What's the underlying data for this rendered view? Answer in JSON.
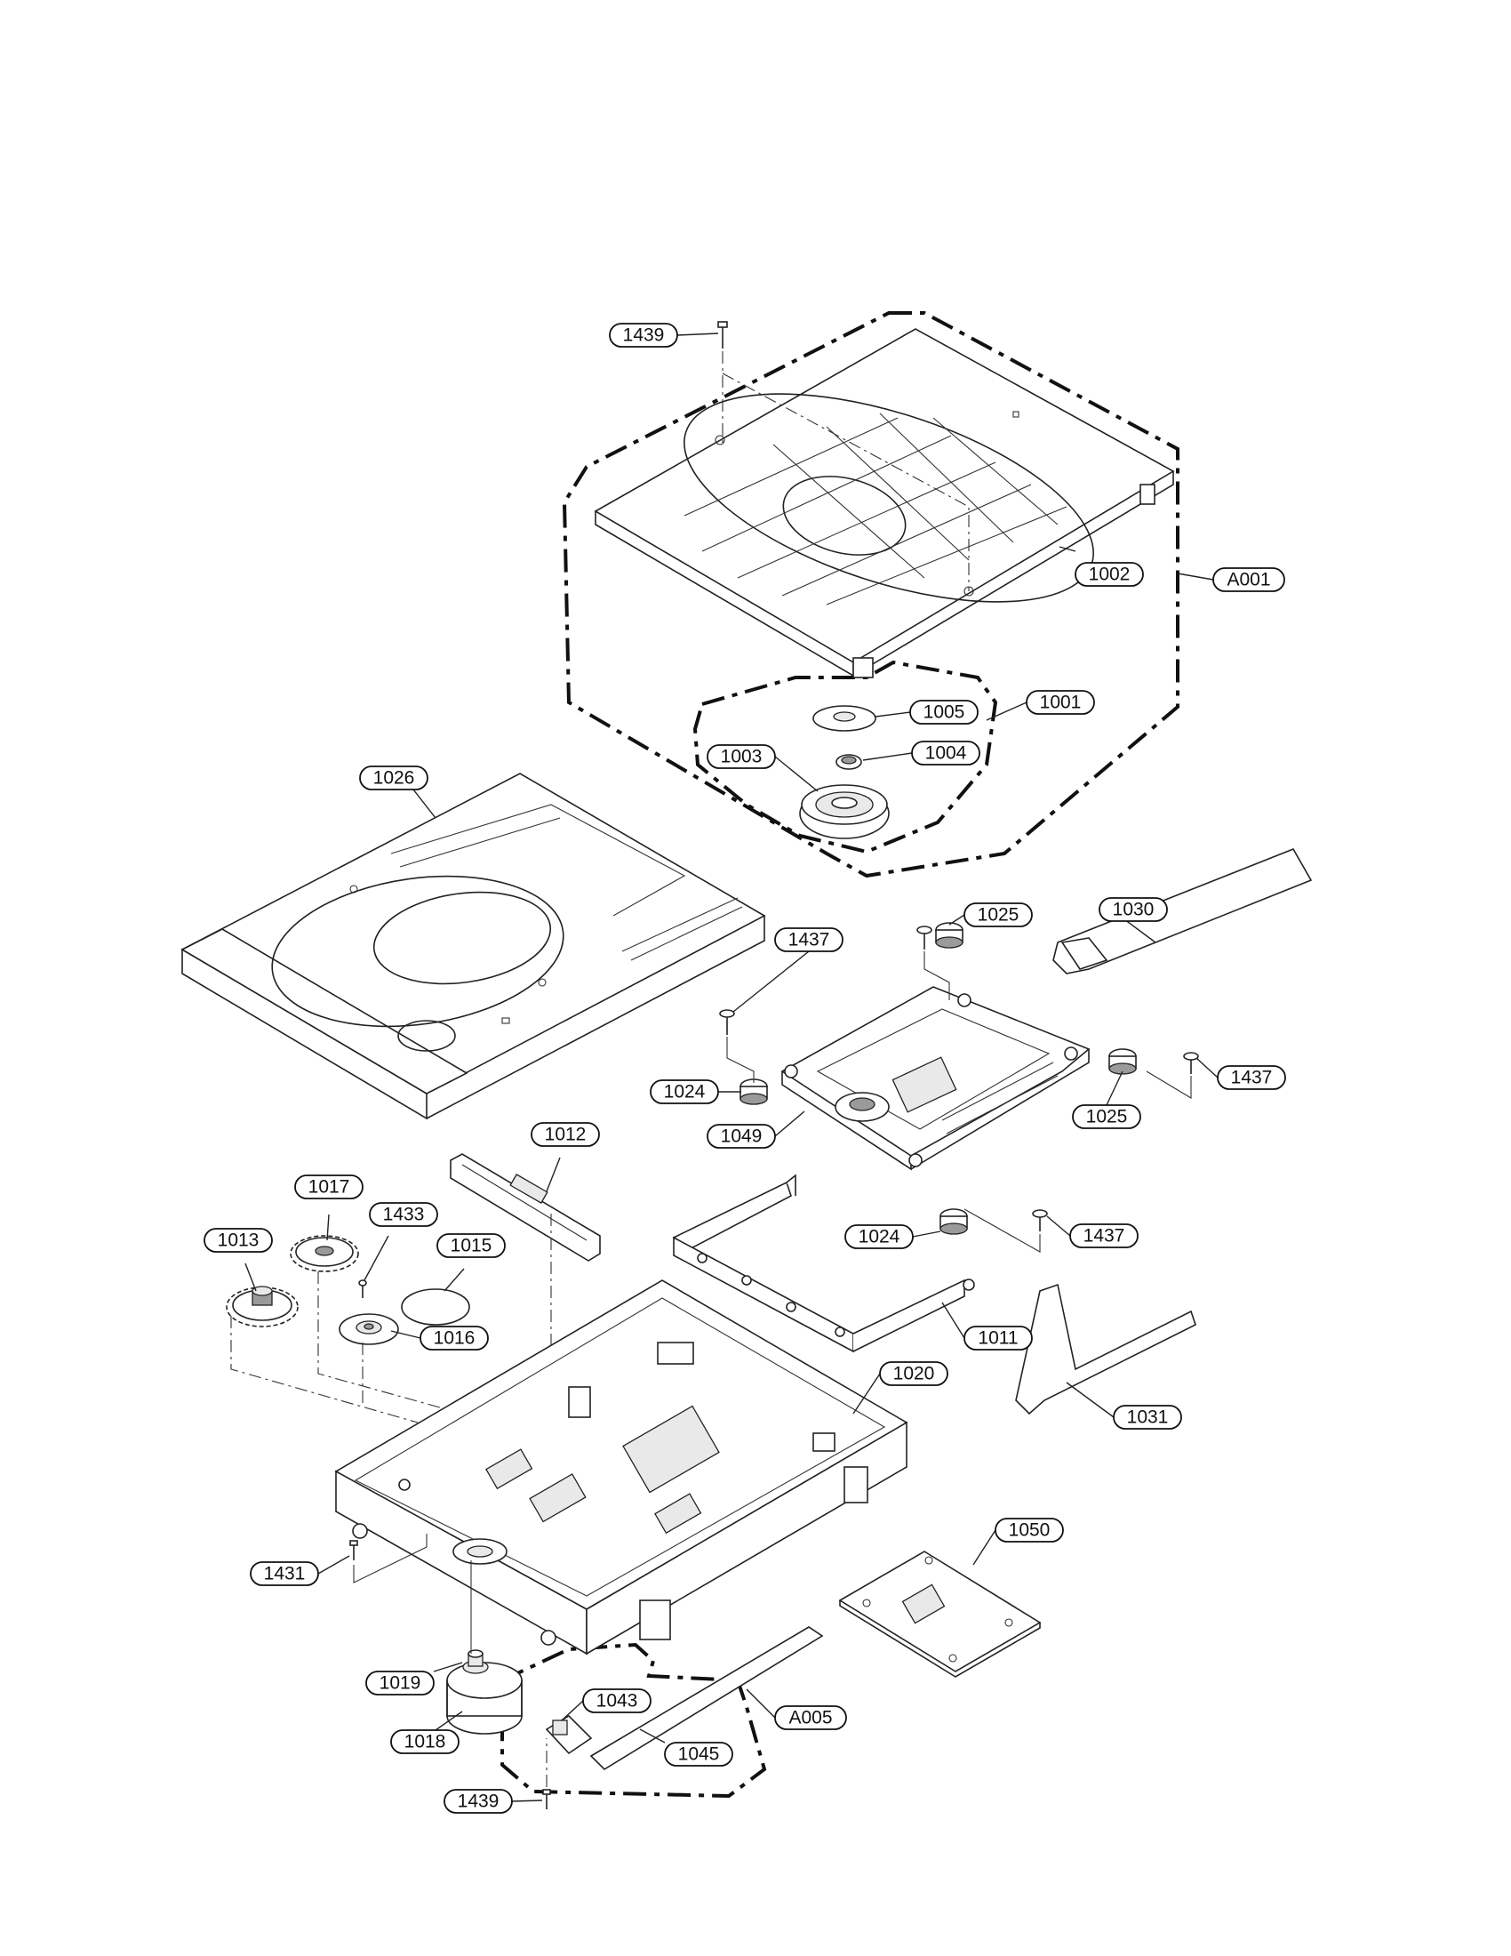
{
  "callouts": {
    "c1439a": "1439",
    "c1002": "1002",
    "cA001": "A001",
    "c1001": "1001",
    "c1005": "1005",
    "c1003": "1003",
    "c1004": "1004",
    "c1026": "1026",
    "c1025a": "1025",
    "c1030": "1030",
    "c1437a": "1437",
    "c1437b": "1437",
    "c1024a": "1024",
    "c1049": "1049",
    "c1025b": "1025",
    "c1012": "1012",
    "c1017": "1017",
    "c1433": "1433",
    "c1013": "1013",
    "c1015": "1015",
    "c1024b": "1024",
    "c1437c": "1437",
    "c1016": "1016",
    "c1011": "1011",
    "c1020": "1020",
    "c1031": "1031",
    "c1050": "1050",
    "c1431": "1431",
    "c1019": "1019",
    "c1043": "1043",
    "cA005": "A005",
    "c1018": "1018",
    "c1045": "1045",
    "c1439b": "1439"
  }
}
